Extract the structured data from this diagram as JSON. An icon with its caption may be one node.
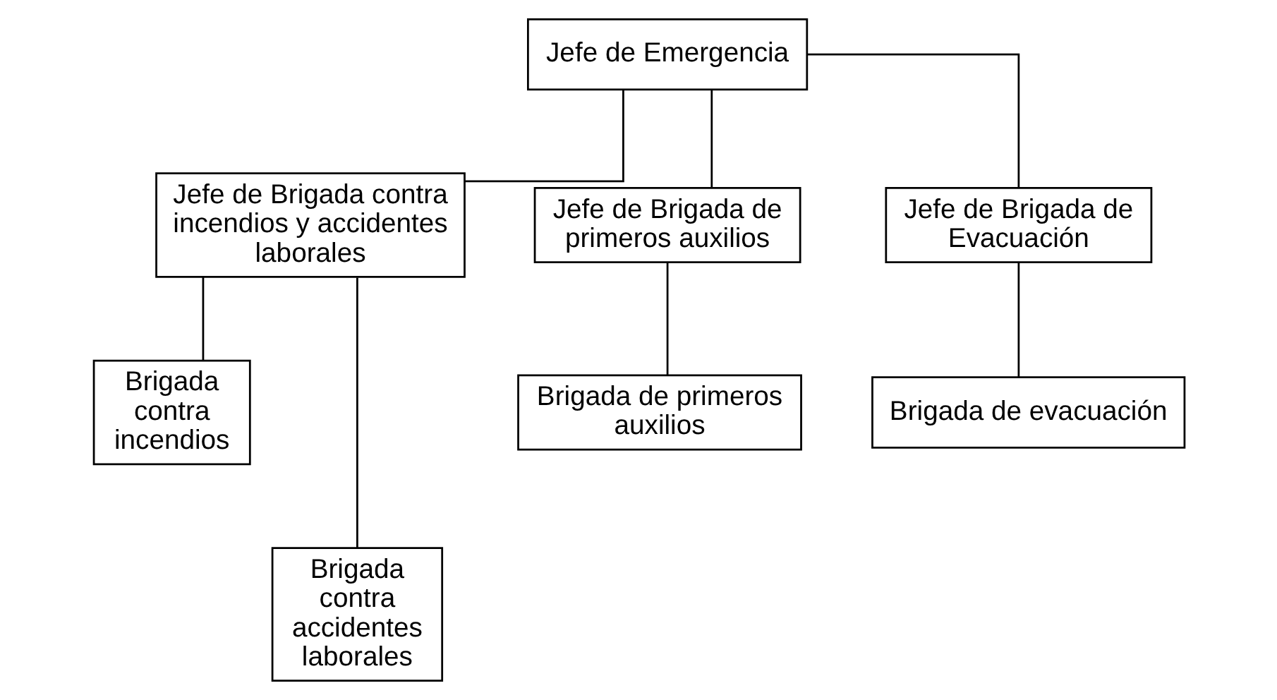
{
  "diagram": {
    "nodes": [
      {
        "text": [
          "Jefe de Emergencia"
        ]
      },
      {
        "text": [
          "Jefe de Brigada contra incendios y accidentes laborales"
        ]
      },
      {
        "text": [
          "Jefe de Brigada de primeros auxilios"
        ]
      },
      {
        "text": [
          "Jefe de Brigada de Evacuación"
        ]
      },
      {
        "text": [
          "Brigada contra incendios"
        ]
      },
      {
        "text": [
          "Brigada contra accidentes laborales"
        ]
      },
      {
        "text": [
          "Brigada de primeros auxilios"
        ]
      },
      {
        "text": [
          "Brigada de evacuación"
        ]
      }
    ],
    "edges": [
      {
        "from": 0,
        "to": 1,
        "arrow": "none"
      },
      {
        "from": 0,
        "to": 2,
        "arrow": "none"
      },
      {
        "from": 0,
        "to": 3,
        "arrow": "none"
      },
      {
        "from": 1,
        "to": 4,
        "arrow": "none"
      },
      {
        "from": 1,
        "to": 5,
        "arrow": "none"
      },
      {
        "from": 2,
        "to": 6,
        "arrow": "none"
      },
      {
        "from": 3,
        "to": 7,
        "arrow": "none"
      }
    ]
  }
}
